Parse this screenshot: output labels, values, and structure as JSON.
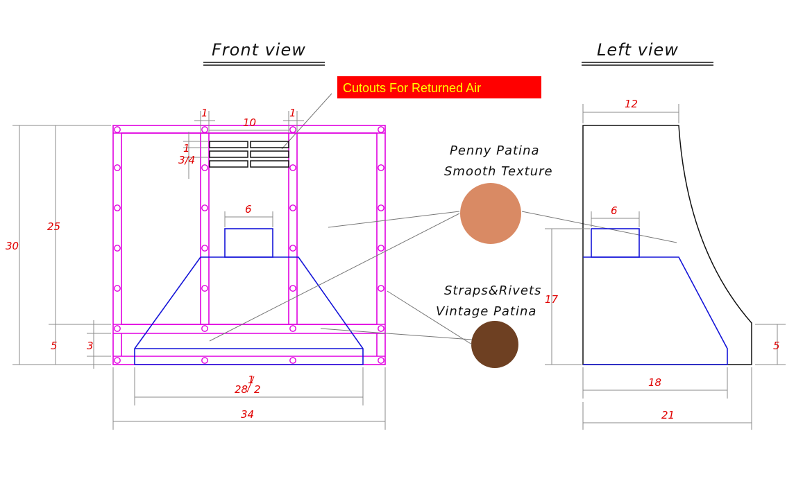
{
  "titles": {
    "front": "Front view",
    "left": "Left view"
  },
  "cutout_label": "Cutouts For Returned Air",
  "swatches": [
    {
      "line1": "Penny Patina",
      "line2": "Smooth Texture",
      "color": "#d98a64"
    },
    {
      "line1": "Straps&Rivets",
      "line2": "Vintage Patina",
      "color": "#6e4022"
    }
  ],
  "front_dims": {
    "height_total": "30",
    "height_upper": "25",
    "height_band": "5",
    "height_inner_band": "3",
    "width_total": "34",
    "width_hood": "28",
    "width_hood_frac_num": "1",
    "width_hood_frac_den": "2",
    "width_vents": "10",
    "strap_left": "1",
    "strap_right": "1",
    "vent_pitch_top": "1",
    "vent_pitch_bottom": "3/4",
    "width_box": "6"
  },
  "left_dims": {
    "top_width": "12",
    "box_width": "6",
    "height_hood": "17",
    "height_band": "5",
    "width_hood": "18",
    "width_total": "21"
  },
  "colors": {
    "strap": "#e000e0",
    "hood": "#1414d8",
    "dimension": "#e00000",
    "label_bg": "#ff0000",
    "label_text": "#ffff00"
  }
}
